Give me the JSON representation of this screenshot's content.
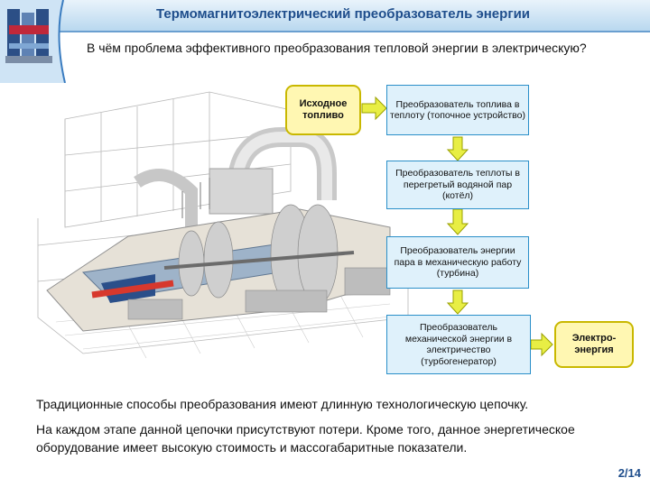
{
  "header": {
    "title": "Термомагнитоэлектрический преобразователь энергии"
  },
  "question": "В чём проблема эффективного преобразования тепловой энергии в электрическую?",
  "flow": {
    "input": "Исходное топливо",
    "output": "Электро-энергия",
    "steps": [
      {
        "label": "Преобразователь топлива в теплоту (топочное устройство)"
      },
      {
        "label": "Преобразователь теплоты в перегретый водяной пар (котёл)"
      },
      {
        "label": "Преобразователь энергии пара в механическую работу (турбина)"
      },
      {
        "label": "Преобразователь механической энергии в электричество (турбогенератор)"
      }
    ]
  },
  "text": {
    "p1": "Традиционные способы преобразования имеют длинную технологическую цепочку.",
    "p2": "На каждом этапе данной цепочки присутствуют потери. Кроме того, данное энергетическое оборудование имеет высокую стоимость и массогабаритные показатели."
  },
  "page": "2/14",
  "colors": {
    "accent": "#1f4e8c",
    "box_fill": "#dff1fb",
    "box_border": "#2a8fc9",
    "side_fill": "#fff7b2",
    "arrow": "#e8ee44"
  }
}
